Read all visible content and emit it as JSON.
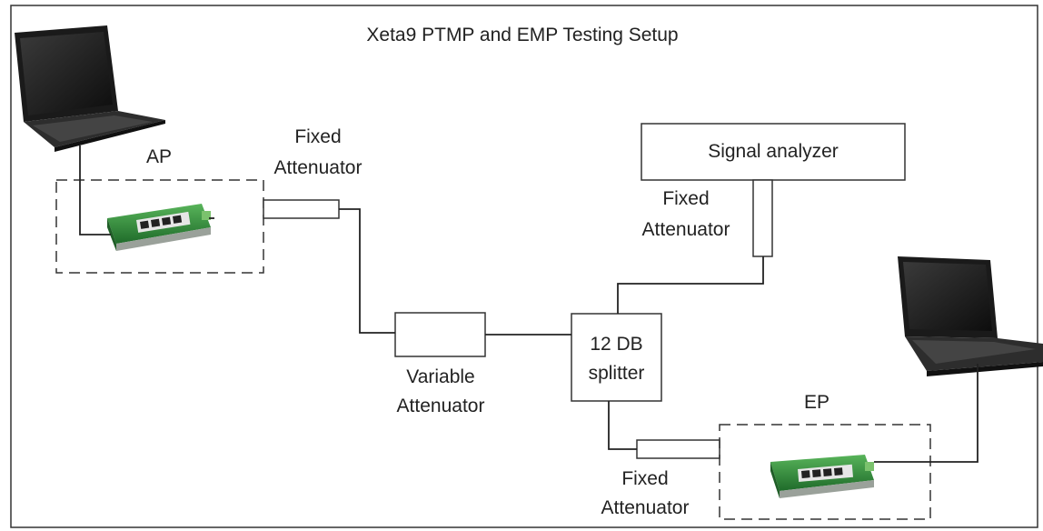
{
  "title": "Xeta9 PTMP and EMP Testing Setup",
  "groups": {
    "ap": "AP",
    "ep": "EP"
  },
  "components": {
    "signal_analyzer": "Signal analyzer",
    "splitter_line1": "12 DB",
    "splitter_line2": "splitter"
  },
  "attenuators": {
    "ap_fixed": [
      "Fixed",
      "Attenuator"
    ],
    "analyzer_fixed": [
      "Fixed",
      "Attenuator"
    ],
    "variable": [
      "Variable",
      "Attenuator"
    ],
    "ep_fixed": [
      "Fixed",
      "Attenuator"
    ]
  },
  "icons": {
    "left_laptop": "laptop-icon",
    "right_laptop": "laptop-icon",
    "ap_device": "router-device-icon",
    "ep_device": "router-device-icon"
  },
  "colors": {
    "device_green": "#2f8f3c",
    "device_dark": "#1f5e27",
    "laptop_dark": "#2a2a2a",
    "line": "#222222"
  }
}
